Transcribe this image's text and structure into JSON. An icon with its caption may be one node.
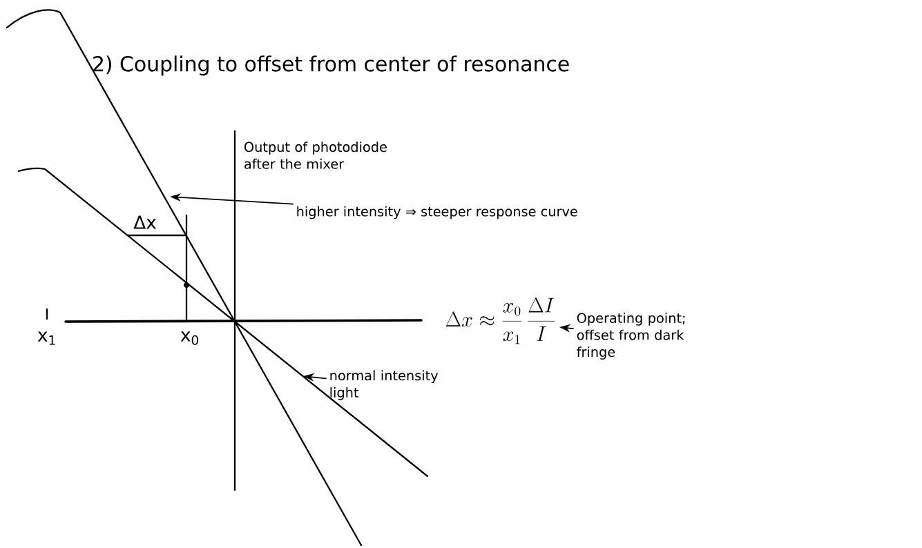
{
  "diagram": {
    "title": "2) Coupling to offset from center of resonance",
    "nodes": [
      {
        "text": [
          "higher intensity ⇒ steeper response curve"
        ]
      },
      {
        "text": [],
        "shape": "line"
      },
      {
        "text": [
          "normal intensity light"
        ]
      },
      {
        "text": [],
        "shape": "line"
      },
      {
        "text": [
          "\\Delta x \\approx \\frac{x_0}{x_1}\\,\\frac{\\Delta I}{I}"
        ]
      },
      {
        "text": [
          "Operating point; offset from dark fringe"
        ]
      }
    ],
    "edges": [
      {
        "from": 0,
        "to": 1,
        "arrow": "to"
      },
      {
        "from": 2,
        "to": 3,
        "arrow": "to"
      },
      {
        "from": 5,
        "to": 4,
        "arrow": "to"
      }
    ],
    "labels": [
      "Output of photodiode after the mixer",
      "Δx",
      "x$_{1}$",
      "x$_{0}$"
    ]
  }
}
